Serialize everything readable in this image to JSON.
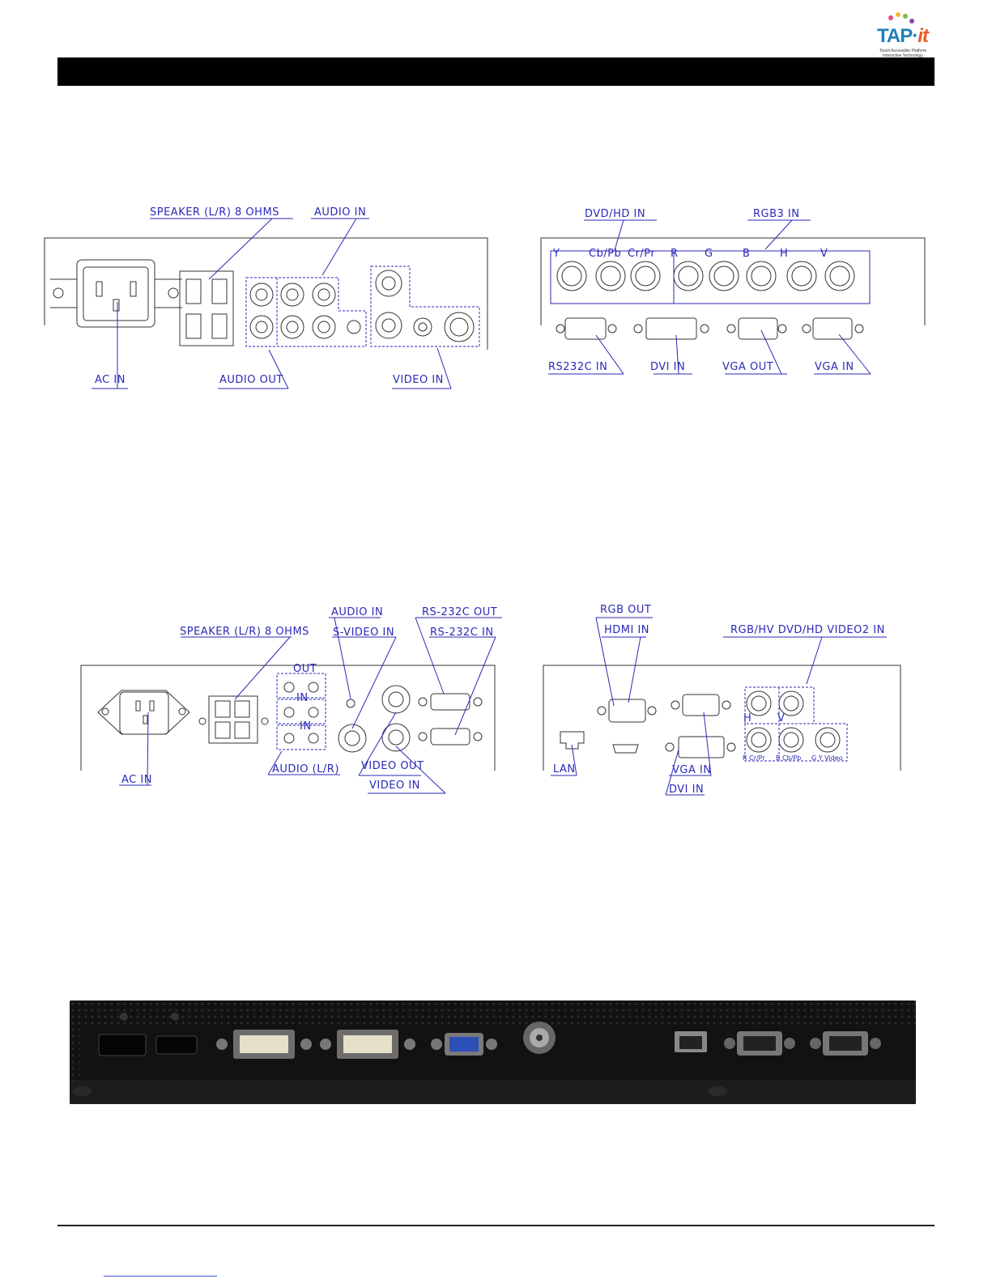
{
  "logo": {
    "brand": "TAP",
    "brand_suffix": "it",
    "tagline_1": "Touch Accessible Platform",
    "tagline_2": "Interactive Technology"
  },
  "diagram1": {
    "speaker": "SPEAKER (L/R) 8 OHMS",
    "audio_in": "AUDIO IN",
    "ac_in": "AC IN",
    "audio_out": "AUDIO OUT",
    "video_in": "VIDEO IN"
  },
  "diagram2": {
    "dvd_hd_in": "DVD/HD IN",
    "rgb3_in": "RGB3 IN",
    "port_letters": [
      "Y",
      "Cb/Pb",
      "Cr/Pr",
      "R",
      "G",
      "B",
      "H",
      "V"
    ],
    "rs232c_in": "RS232C IN",
    "dvi_in": "DVI IN",
    "vga_out": "VGA OUT",
    "vga_in": "VGA IN"
  },
  "diagram3": {
    "audio_in": "AUDIO IN",
    "s_video_in": "S-VIDEO IN",
    "rs232c_out": "RS-232C OUT",
    "rs232c_in": "RS-232C IN",
    "speaker": "SPEAKER (L/R) 8 OHMS",
    "out": "OUT",
    "in1": "IN",
    "in2": "IN",
    "audio_lr": "AUDIO (L/R)",
    "video_out": "VIDEO OUT",
    "video_in": "VIDEO IN",
    "ac_in": "AC IN"
  },
  "diagram4": {
    "rgb_out": "RGB OUT",
    "hdmi_in": "HDMI IN",
    "rgb_hv": "RGB/HV DVD/HD VIDEO2 IN",
    "h": "H",
    "v": "V",
    "small_1": "R Cr/Pr",
    "small_2": "B Cb/Pb",
    "small_3": "G Y Video",
    "lan": "LAN",
    "vga_in": "VGA IN",
    "dvi_in": "DVI IN"
  },
  "colors": {
    "title_bar": "#000000",
    "label_blue": "#2a2ab8",
    "brand_blue": "#1f7fb7",
    "brand_orange": "#ea5a2a"
  }
}
